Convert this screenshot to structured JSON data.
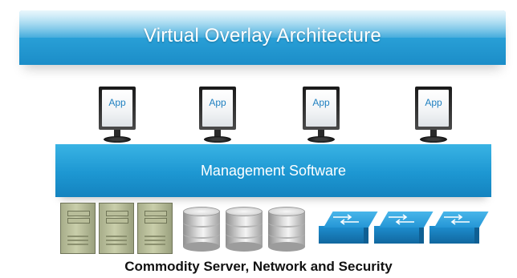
{
  "banner": {
    "title": "Virtual Overlay Architecture"
  },
  "apps": [
    {
      "label": "App"
    },
    {
      "label": "App"
    },
    {
      "label": "App"
    },
    {
      "label": "App"
    }
  ],
  "management": {
    "label": "Management Software"
  },
  "hardware": {
    "servers": 3,
    "storage_disks": 3,
    "network_switches": 3,
    "caption": "Commodity Server, Network and Security"
  },
  "colors": {
    "banner_blue": "#2aa1d8",
    "management_blue": "#1d97d2",
    "app_text": "#1e7fc0",
    "switch_blue": "#2596d6",
    "server_khaki": "#c9ceaa"
  },
  "icons": [
    "monitor-icon",
    "server-tower-icon",
    "storage-disk-icon",
    "network-switch-icon"
  ]
}
